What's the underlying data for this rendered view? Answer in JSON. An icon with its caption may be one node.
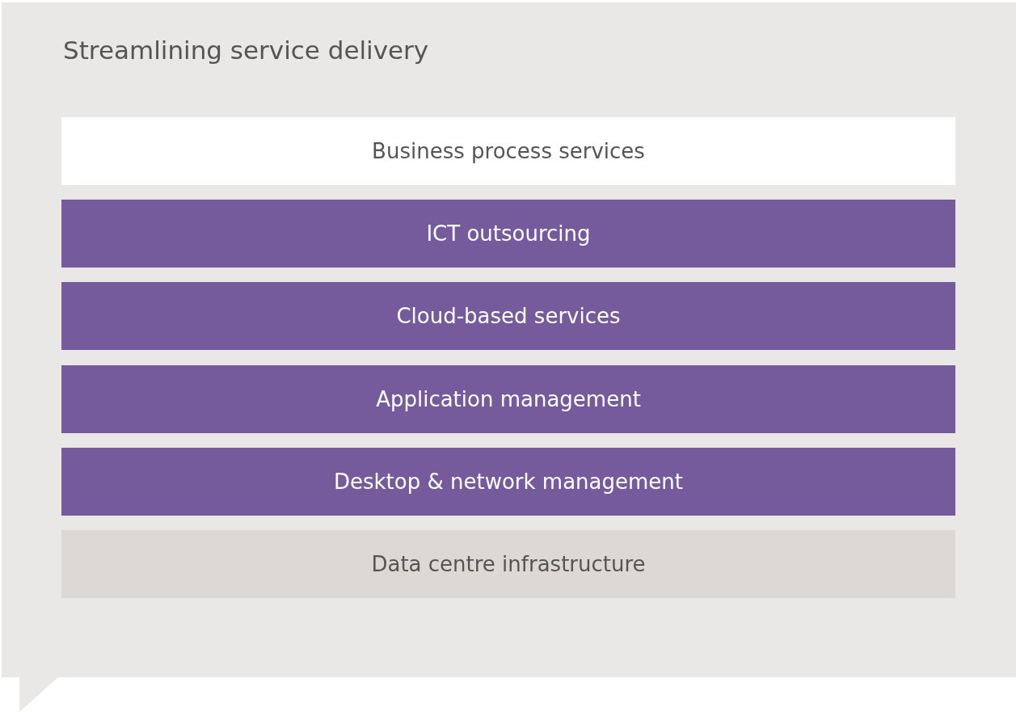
{
  "diagram": {
    "title": "Streamlining service delivery",
    "nodes": [
      {
        "text": [
          "Business process services"
        ]
      },
      {
        "text": [
          "ICT outsourcing"
        ]
      },
      {
        "text": [
          "Cloud-based services"
        ]
      },
      {
        "text": [
          "Application management"
        ]
      },
      {
        "text": [
          "Desktop & network management"
        ]
      },
      {
        "text": [
          "Data centre infrastructure"
        ]
      }
    ]
  }
}
